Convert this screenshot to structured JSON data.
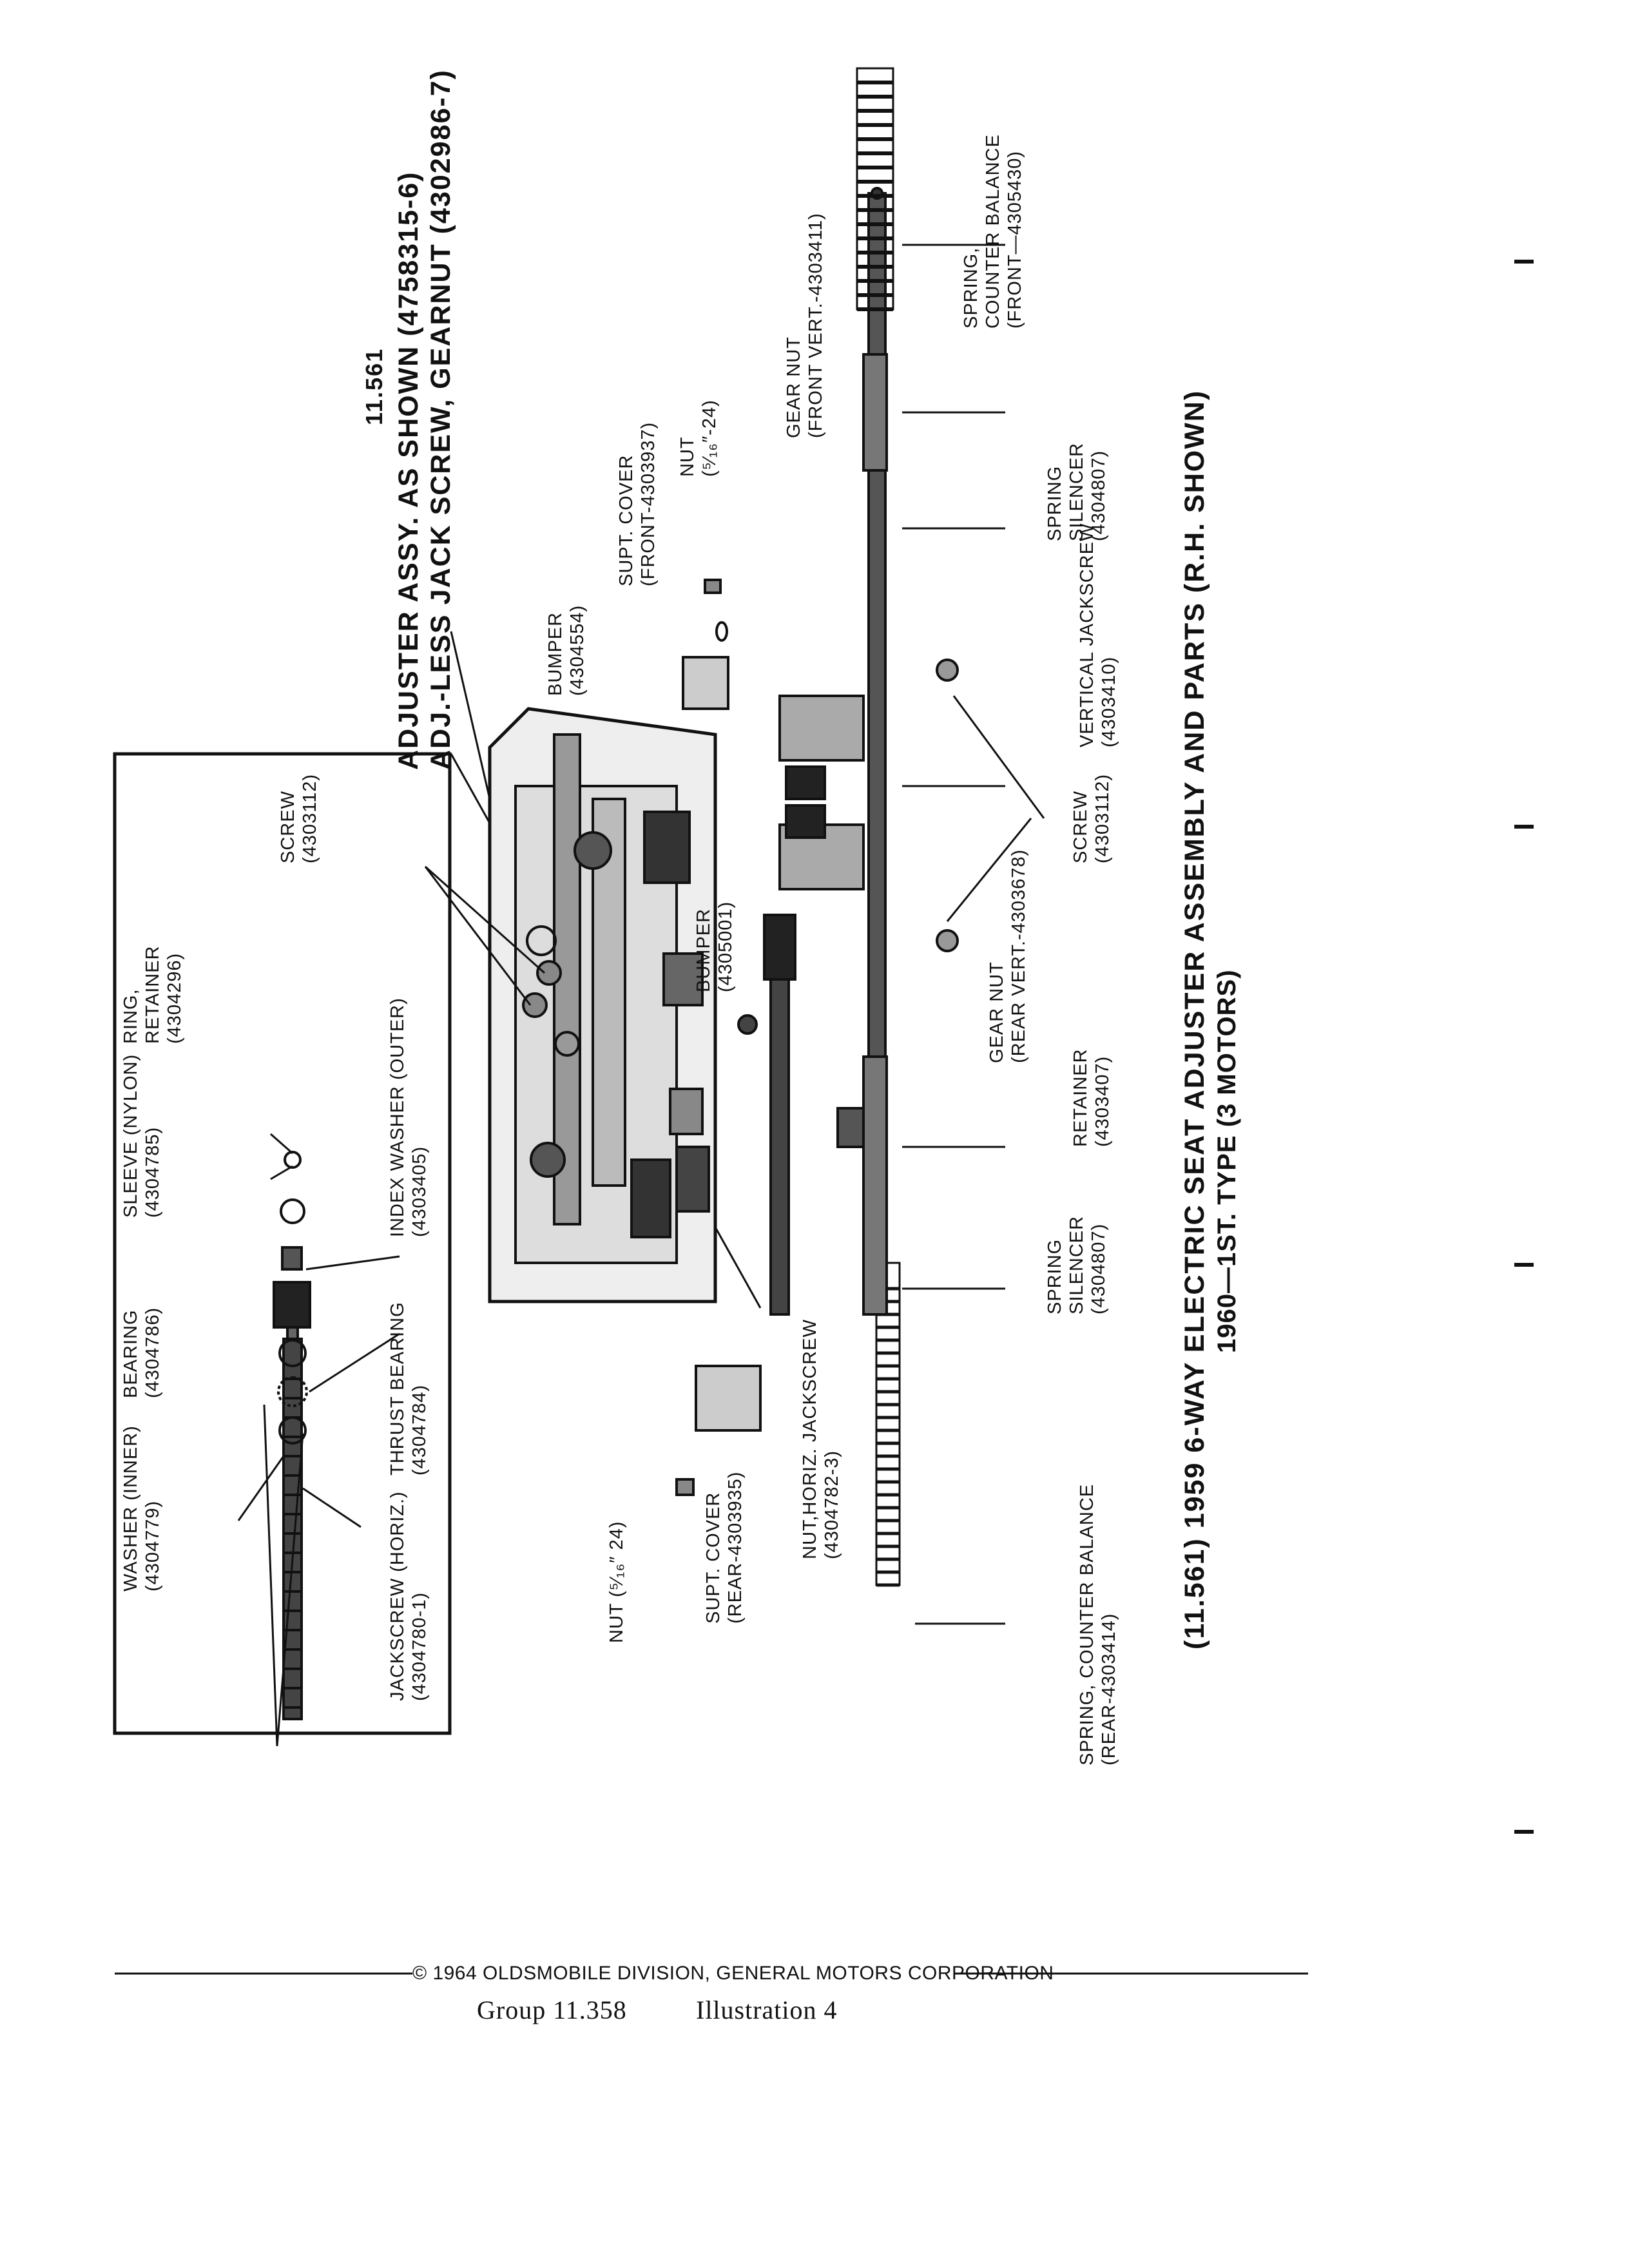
{
  "header": {
    "ref": "11.561",
    "line1": "ADJUSTER ASSY. AS SHOWN (4758315-6)",
    "line2": "ADJ.-LESS JACK SCREW, GEARNUT (4302986-7)"
  },
  "title": {
    "line1": "(11.561) 1959 6-WAY ELECTRIC SEAT ADJUSTER ASSEMBLY AND PARTS (R.H. SHOWN)",
    "line2": "1960—1ST. TYPE (3 MOTORS)"
  },
  "inset": {
    "washer_inner": {
      "name": "WASHER (INNER)",
      "part": "(4304779)"
    },
    "bearing": {
      "name": "BEARING",
      "part": "(4304786)"
    },
    "sleeve": {
      "name": "SLEEVE (NYLON)",
      "part": "(4304785)"
    },
    "ring_retainer": {
      "name1": "RING,",
      "name2": "RETAINER",
      "part": "(4304296)"
    },
    "jackscrew_horiz": {
      "name": "JACKSCREW (HORIZ.)",
      "part": "(4304780-1)"
    },
    "thrust_bearing": {
      "name": "THRUST BEARING",
      "part": "(4304784)"
    },
    "index_washer": {
      "name": "INDEX WASHER (OUTER)",
      "part": "(4303405)"
    }
  },
  "parts": {
    "screw_top": {
      "name": "SCREW",
      "part": "(4303112)"
    },
    "bumper_top": {
      "name": "BUMPER",
      "part": "(4304554)"
    },
    "supt_cover_front": {
      "name": "SUPT. COVER",
      "part": "(FRONT-4303937)"
    },
    "nut_front": {
      "name": "NUT",
      "part": "(⁵⁄₁₆″-24)"
    },
    "gear_nut_front": {
      "name": "GEAR NUT",
      "part": "(FRONT VERT.-4303411)"
    },
    "spring_cb_front": {
      "name1": "SPRING,",
      "name2": "COUNTER BALANCE",
      "part": "(FRONT—4305430)"
    },
    "spring_silencer_top": {
      "name1": "SPRING",
      "name2": "SILENCER",
      "part": "(4304807)"
    },
    "vertical_jackscrew": {
      "name": "VERTICAL JACKSCREW",
      "part": "(4303410)"
    },
    "screw_bottom": {
      "name": "SCREW",
      "part": "(4303112)"
    },
    "gear_nut_rear": {
      "name": "GEAR NUT",
      "part": "(REAR VERT.-4303678)"
    },
    "bumper_mid": {
      "name": "BUMPER",
      "part": "(4305001)"
    },
    "retainer": {
      "name": "RETAINER",
      "part": "(4303407)"
    },
    "spring_silencer_bottom": {
      "name1": "SPRING",
      "name2": "SILENCER",
      "part": "(4304807)"
    },
    "nut_horiz": {
      "name": "NUT,HORIZ. JACKSCREW",
      "part": "(4304782-3)"
    },
    "nut_rear": {
      "name": "NUT (⁵⁄₁₆″ 24)"
    },
    "supt_cover_rear": {
      "name": "SUPT. COVER",
      "part": "(REAR-4303935)"
    },
    "spring_cb_rear": {
      "name": "SPRING, COUNTER BALANCE",
      "part": "(REAR-4303414)"
    }
  },
  "footer": {
    "copyright": "© 1964 OLDSMOBILE DIVISION, GENERAL MOTORS CORPORATION",
    "group": "Group 11.358",
    "illustration": "Illustration  4"
  }
}
